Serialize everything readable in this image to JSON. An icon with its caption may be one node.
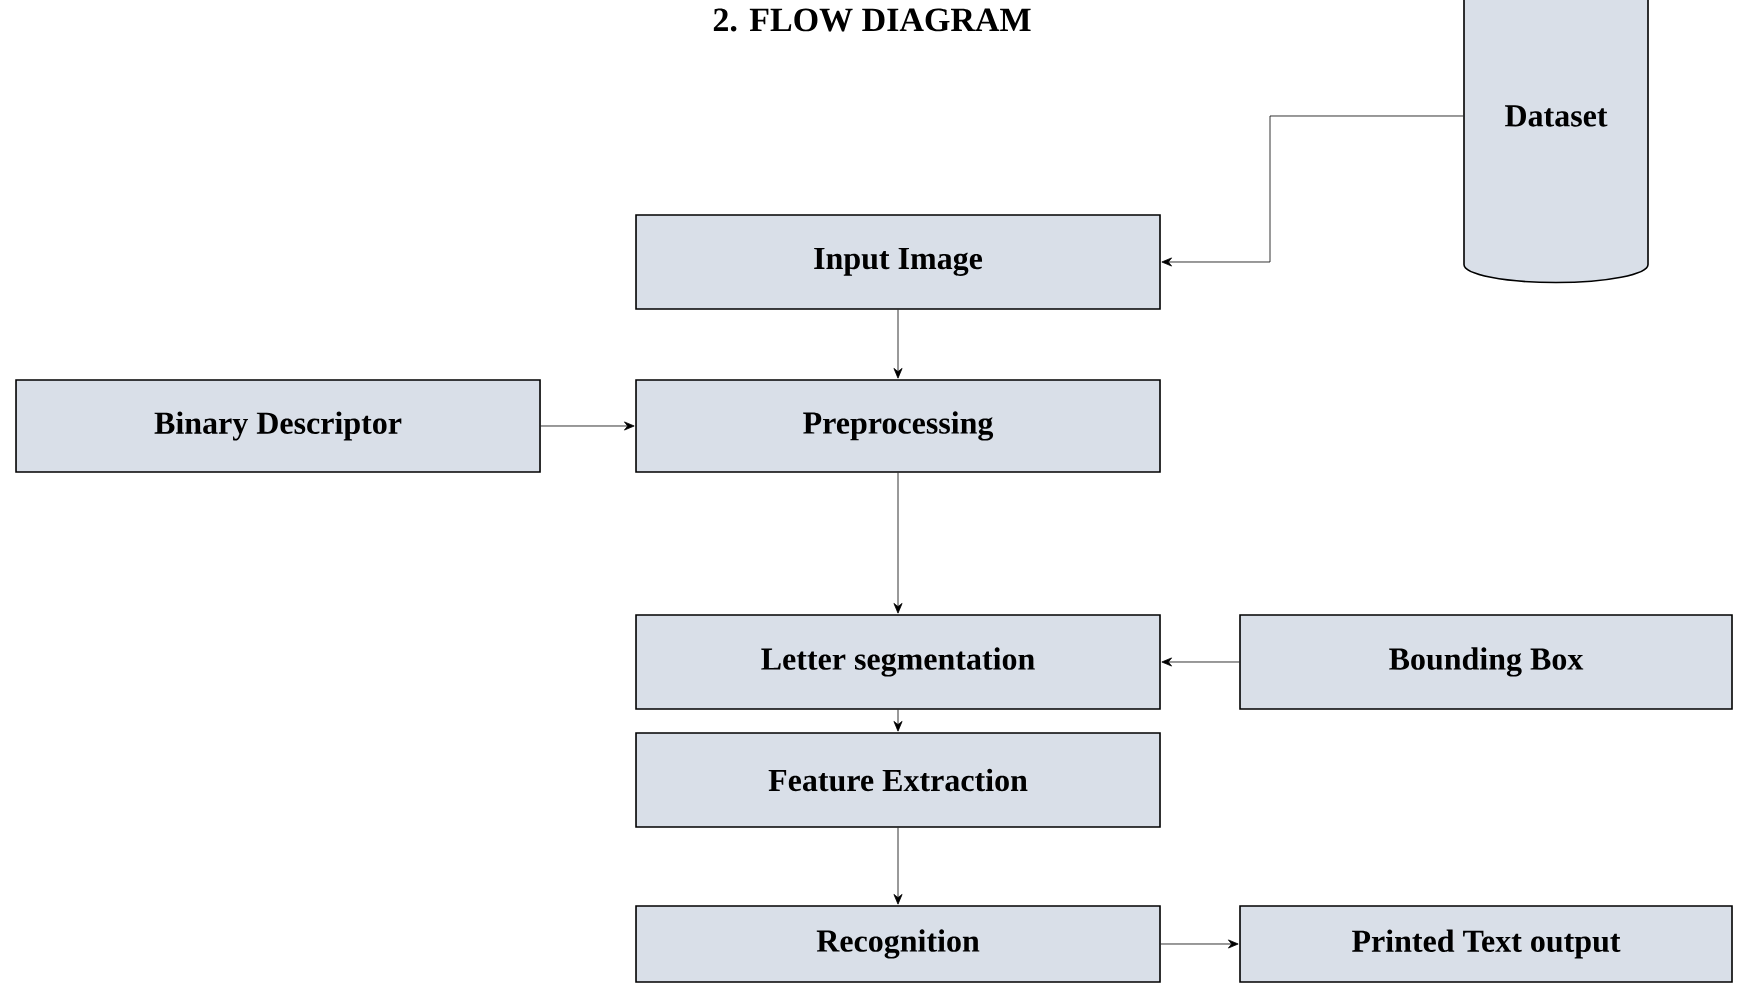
{
  "diagram": {
    "title": "2. FLOW DIAGRAM",
    "nodes": [
      {
        "text": [
          "Dataset"
        ]
      },
      {
        "text": [
          "Input Image"
        ]
      },
      {
        "text": [
          "Binary Descriptor"
        ]
      },
      {
        "text": [
          "Preprocessing"
        ]
      },
      {
        "text": [
          "Letter segmentation"
        ]
      },
      {
        "text": [
          "Bounding Box"
        ]
      },
      {
        "text": [
          "Feature Extraction"
        ]
      },
      {
        "text": [
          "Recognition"
        ]
      },
      {
        "text": [
          "Printed Text output"
        ]
      }
    ],
    "edges": [
      {
        "from": 0,
        "to": 1,
        "arrow": "to"
      },
      {
        "from": 1,
        "to": 3,
        "arrow": "to"
      },
      {
        "from": 2,
        "to": 3,
        "arrow": "to"
      },
      {
        "from": 3,
        "to": 4,
        "arrow": "to"
      },
      {
        "from": 5,
        "to": 4,
        "arrow": "to"
      },
      {
        "from": 4,
        "to": 6,
        "arrow": "to"
      },
      {
        "from": 6,
        "to": 7,
        "arrow": "to"
      },
      {
        "from": 7,
        "to": 8,
        "arrow": "to"
      }
    ]
  }
}
